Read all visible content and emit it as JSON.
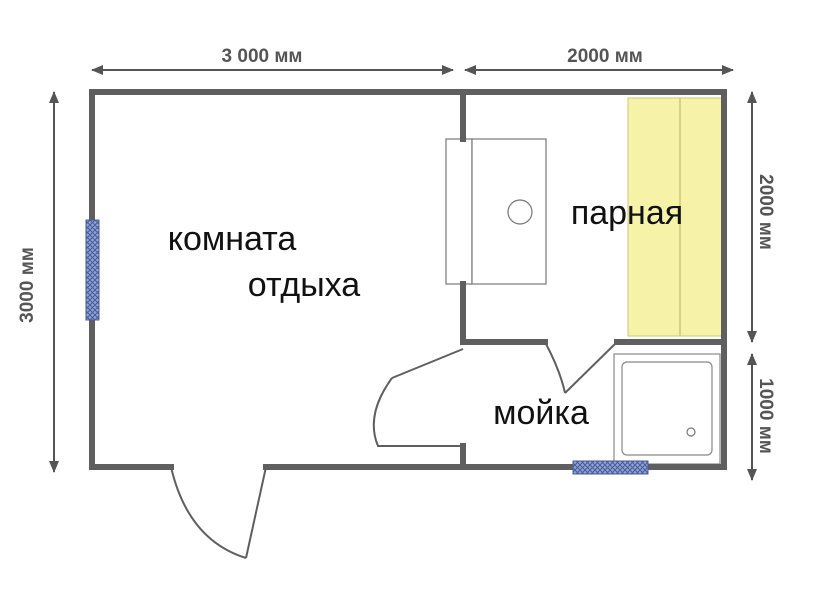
{
  "dimensions": {
    "top_left": "3 000 мм",
    "top_right": "2000 мм",
    "left": "3000 мм",
    "right_upper": "2000 мм",
    "right_lower": "1000 мм"
  },
  "rooms": {
    "rest_room_line1": "комната",
    "rest_room_line2": "отдыха",
    "steam_room": "парная",
    "washroom": "мойка"
  },
  "colors": {
    "wall": "#5f5f5f",
    "dimension": "#555555",
    "bench": "#f6f3a8",
    "window": "#8a9ed6",
    "text": "#111111"
  }
}
